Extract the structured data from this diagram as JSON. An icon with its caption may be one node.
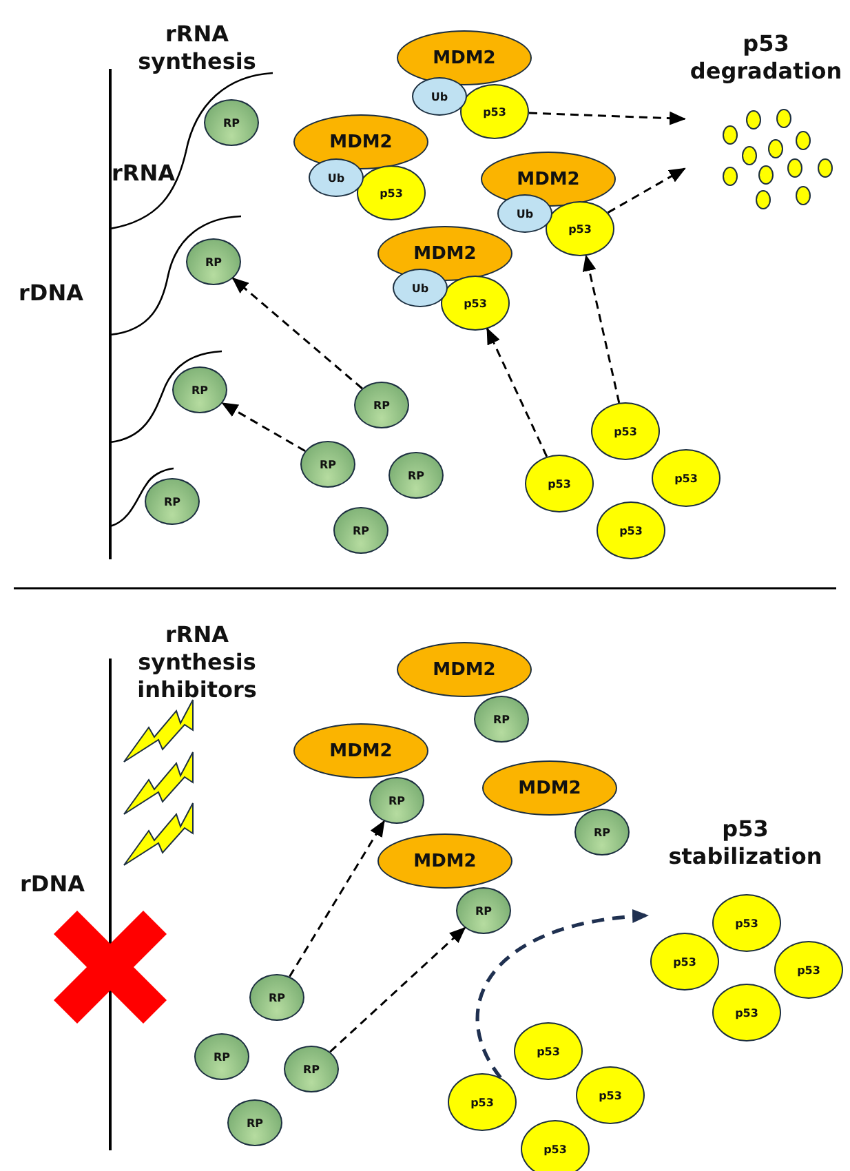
{
  "diagram": {
    "nodes": [
      {
        "text": [
          "RP"
        ]
      },
      {
        "text": [
          "RP"
        ]
      },
      {
        "text": [
          "RP"
        ]
      },
      {
        "text": [
          "RP"
        ]
      },
      {
        "text": [
          "RP"
        ]
      },
      {
        "text": [
          "RP"
        ]
      },
      {
        "text": [
          "RP"
        ]
      },
      {
        "text": [
          "RP"
        ]
      },
      {
        "text": [
          "MDM2"
        ]
      },
      {
        "text": [
          "Ub"
        ]
      },
      {
        "text": [
          "p53"
        ]
      },
      {
        "text": [
          "MDM2"
        ]
      },
      {
        "text": [
          "Ub"
        ]
      },
      {
        "text": [
          "p53"
        ]
      },
      {
        "text": [
          "MDM2"
        ]
      },
      {
        "text": [
          "Ub"
        ]
      },
      {
        "text": [
          "p53"
        ]
      },
      {
        "text": [
          "MDM2"
        ]
      },
      {
        "text": [
          "Ub"
        ]
      },
      {
        "text": [
          "p53"
        ]
      },
      {
        "text": [
          "p53"
        ]
      },
      {
        "text": [
          "p53"
        ]
      },
      {
        "text": [
          "p53"
        ]
      },
      {
        "text": [
          "p53"
        ]
      },
      {
        "text": [
          "p53 degradation"
        ]
      },
      {
        "text": [
          "MDM2"
        ]
      },
      {
        "text": [
          "RP"
        ]
      },
      {
        "text": [
          "MDM2"
        ]
      },
      {
        "text": [
          "RP"
        ]
      },
      {
        "text": [
          "MDM2"
        ]
      },
      {
        "text": [
          "RP"
        ]
      },
      {
        "text": [
          "MDM2"
        ]
      },
      {
        "text": [
          "RP"
        ]
      },
      {
        "text": [
          "RP"
        ]
      },
      {
        "text": [
          "RP"
        ]
      },
      {
        "text": [
          "RP"
        ]
      },
      {
        "text": [
          "RP"
        ]
      },
      {
        "text": [
          "p53 stabilization"
        ]
      },
      {
        "text": [
          "p53"
        ],
        "in": 37
      },
      {
        "text": [
          "p53"
        ],
        "in": 37
      },
      {
        "text": [
          "p53"
        ],
        "in": 37
      },
      {
        "text": [
          "p53"
        ],
        "in": 37
      },
      {
        "text": [
          "p53"
        ]
      },
      {
        "text": [
          "p53"
        ]
      },
      {
        "text": [
          "p53"
        ]
      },
      {
        "text": [
          "p53"
        ]
      }
    ],
    "edges": [
      {
        "from": 4,
        "to": 1,
        "arrow": "to",
        "style": "dashed"
      },
      {
        "from": 5,
        "to": 2,
        "arrow": "to",
        "style": "dashed"
      },
      {
        "from": 21,
        "to": 19,
        "arrow": "to",
        "style": "dashed"
      },
      {
        "from": 20,
        "to": 16,
        "arrow": "to",
        "style": "dashed"
      },
      {
        "from": 10,
        "to": 24,
        "arrow": "to",
        "style": "dashed"
      },
      {
        "from": 16,
        "to": 24,
        "arrow": "to",
        "style": "dashed"
      },
      {
        "from": 33,
        "to": 28,
        "arrow": "to",
        "style": "dashed"
      },
      {
        "from": 35,
        "to": 32,
        "arrow": "to",
        "style": "dashed"
      },
      {
        "from": 43,
        "to": 37,
        "arrow": "to",
        "style": "dashed",
        "color": "#1f3050"
      }
    ],
    "labels": [
      "rRNA synthesis",
      "rRNA",
      "rDNA",
      "rRNA synthesis inhibitors",
      "rDNA"
    ]
  }
}
